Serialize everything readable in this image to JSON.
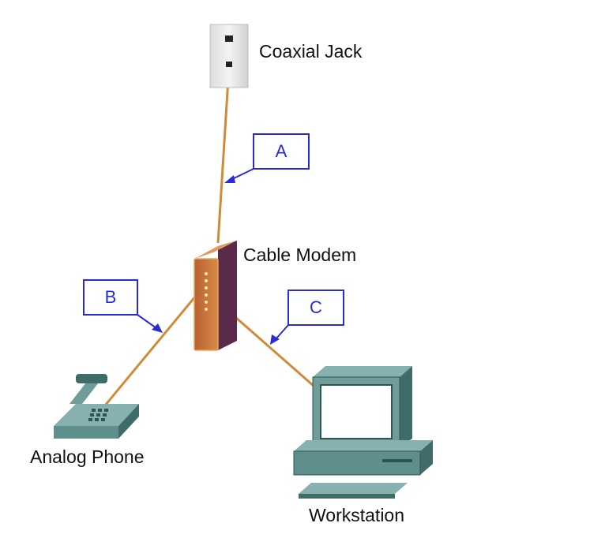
{
  "labels": {
    "coaxial_jack": "Coaxial Jack",
    "cable_modem": "Cable Modem",
    "analog_phone": "Analog Phone",
    "workstation": "Workstation"
  },
  "callouts": {
    "a": "A",
    "b": "B",
    "c": "C"
  },
  "colors": {
    "cable": "#d08a3a",
    "callout": "#2b2bd6",
    "modem_front": "#c9743e",
    "modem_side": "#5a2a4a",
    "device_teal": "#5f8f8c",
    "device_teal_dark": "#3f6b69"
  }
}
